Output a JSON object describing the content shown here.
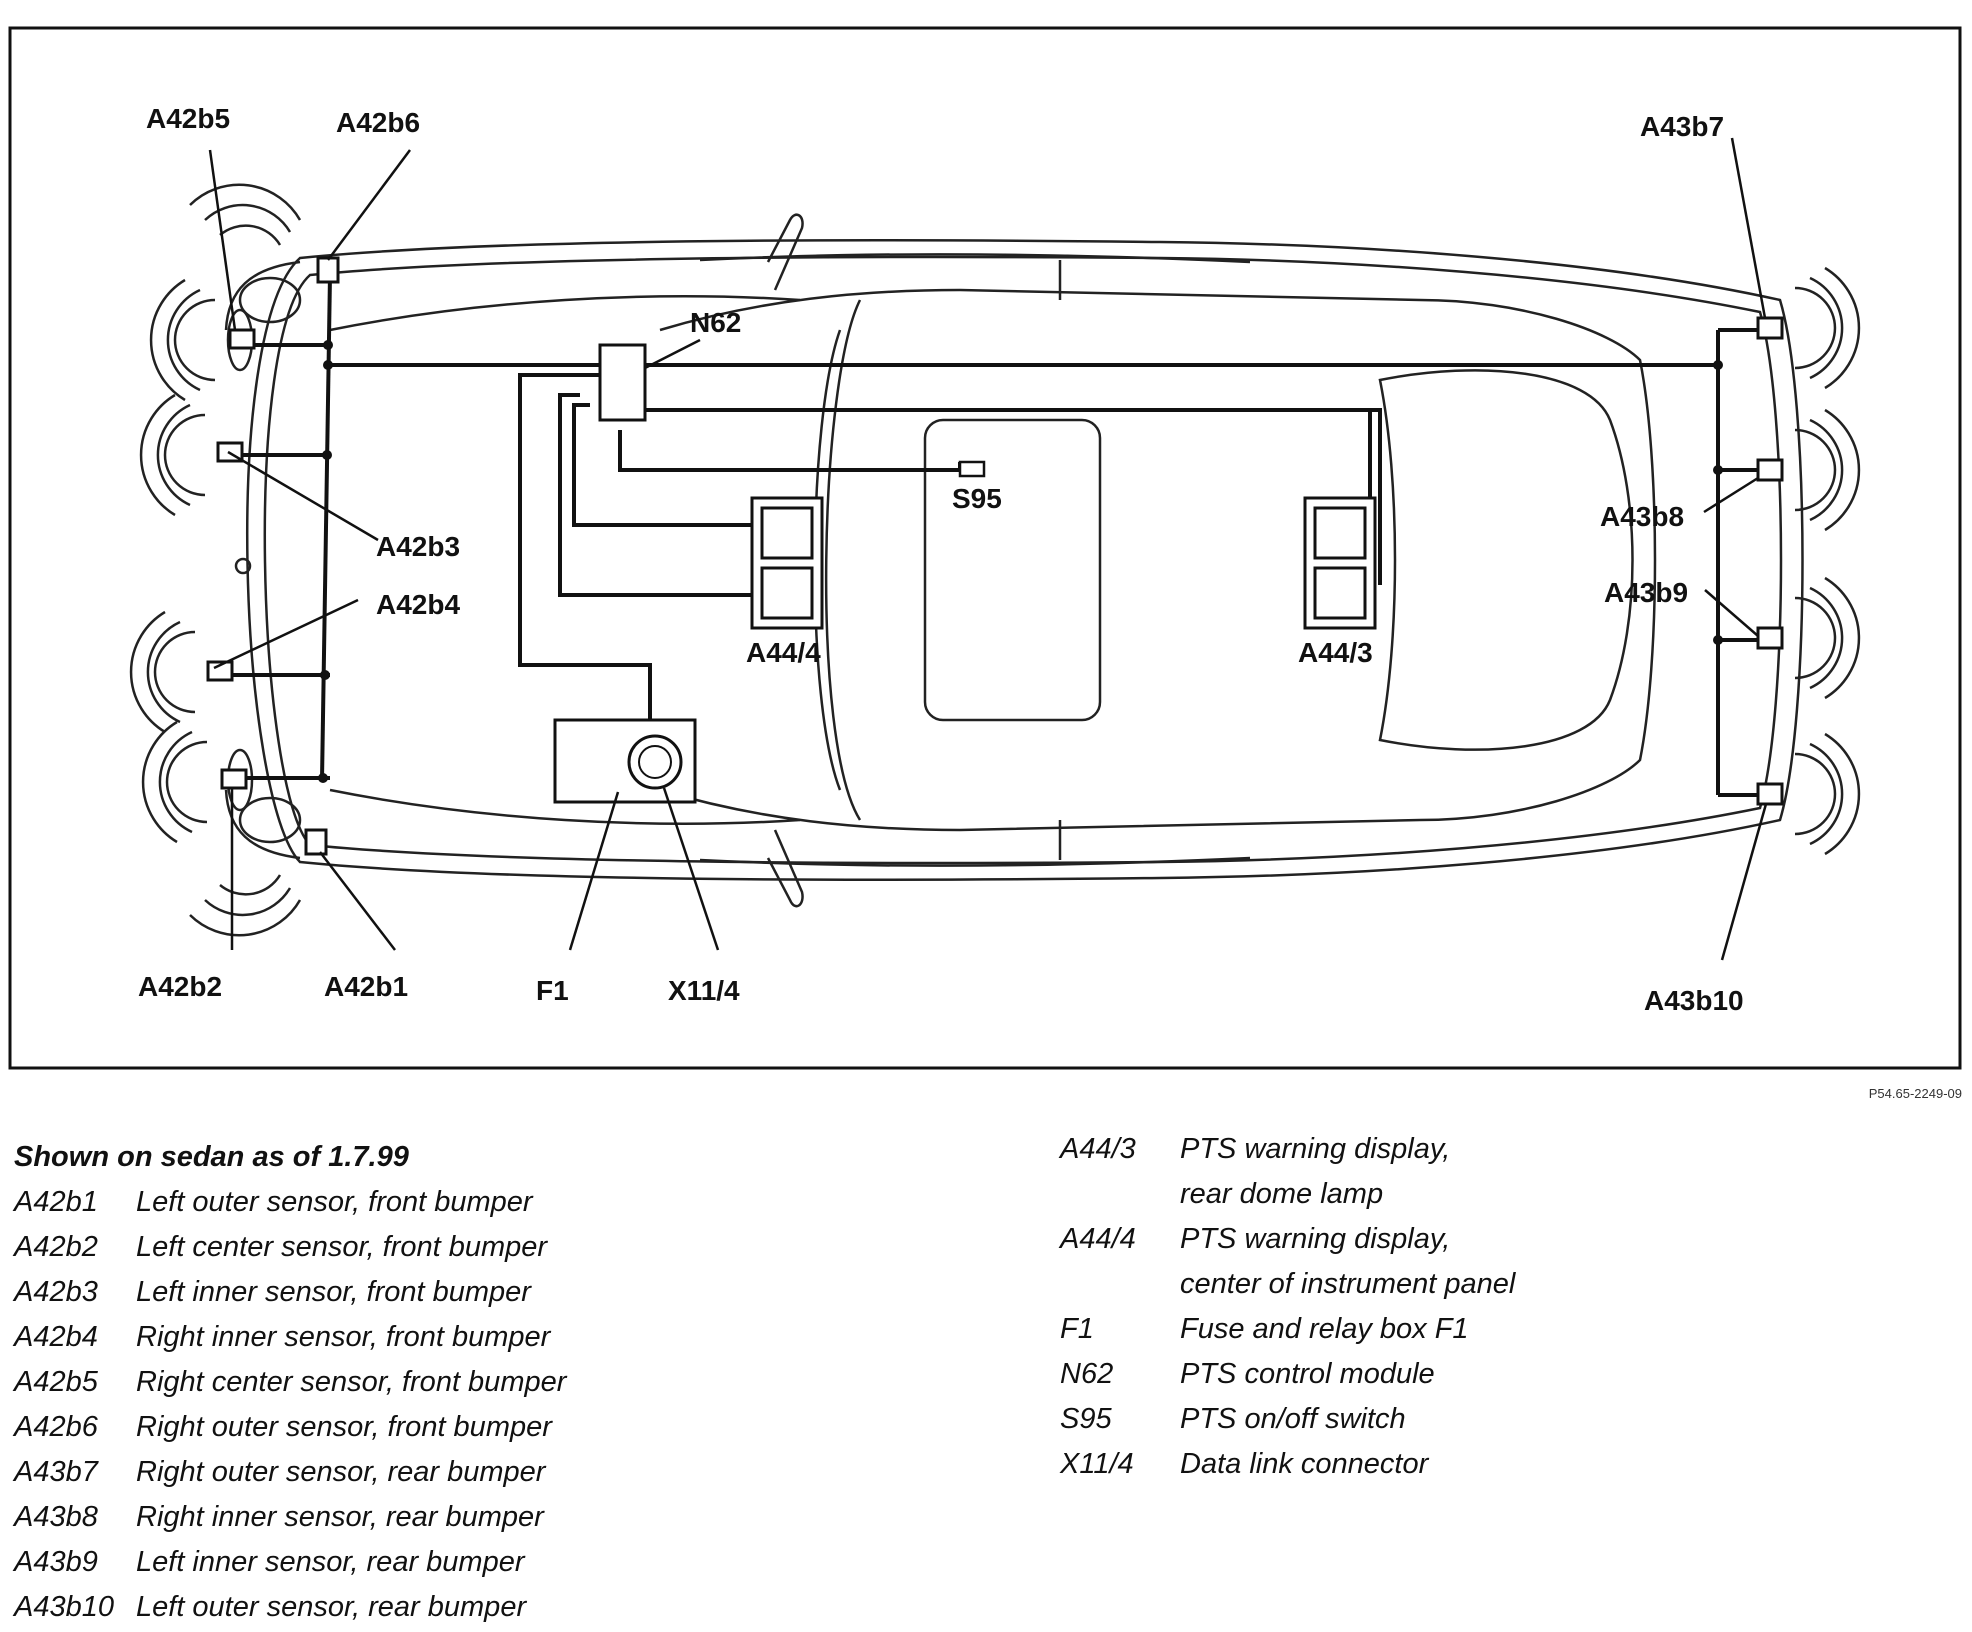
{
  "callouts": {
    "A42b5": "A42b5",
    "A42b6": "A42b6",
    "A42b3": "A42b3",
    "A42b4": "A42b4",
    "A42b2": "A42b2",
    "A42b1": "A42b1",
    "N62": "N62",
    "S95": "S95",
    "A44_4": "A44/4",
    "A44_3": "A44/3",
    "F1": "F1",
    "X11_4": "X11/4",
    "A43b7": "A43b7",
    "A43b8": "A43b8",
    "A43b9": "A43b9",
    "A43b10": "A43b10"
  },
  "reference_code": "P54.65-2249-09",
  "legend": {
    "caption": "Shown on sedan as of 1.7.99",
    "left": [
      {
        "code": "A42b1",
        "desc": "Left outer sensor, front bumper"
      },
      {
        "code": "A42b2",
        "desc": "Left center sensor, front bumper"
      },
      {
        "code": "A42b3",
        "desc": "Left inner sensor, front bumper"
      },
      {
        "code": "A42b4",
        "desc": "Right inner sensor, front bumper"
      },
      {
        "code": "A42b5",
        "desc": "Right center sensor, front bumper"
      },
      {
        "code": "A42b6",
        "desc": "Right outer sensor, front bumper"
      },
      {
        "code": "A43b7",
        "desc": "Right outer sensor, rear bumper"
      },
      {
        "code": "A43b8",
        "desc": "Right inner sensor, rear bumper"
      },
      {
        "code": "A43b9",
        "desc": "Left inner sensor, rear bumper"
      },
      {
        "code": "A43b10",
        "desc": "Left outer sensor, rear bumper"
      }
    ],
    "right": [
      {
        "code": "A44/3",
        "desc": "PTS warning display,"
      },
      {
        "code": "",
        "desc": "rear dome lamp"
      },
      {
        "code": "A44/4",
        "desc": "PTS warning display,"
      },
      {
        "code": "",
        "desc": "center of instrument panel"
      },
      {
        "code": "F1",
        "desc": "Fuse and relay box F1"
      },
      {
        "code": "N62",
        "desc": "PTS control module"
      },
      {
        "code": "S95",
        "desc": "PTS on/off switch"
      },
      {
        "code": "X11/4",
        "desc": "Data link connector"
      }
    ]
  }
}
